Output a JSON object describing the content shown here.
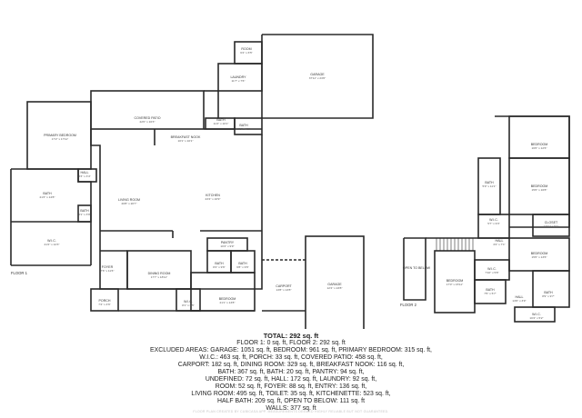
{
  "rooms": {
    "room_a": {
      "name": "ROOM",
      "dims": "6'4\" x 6'5\""
    },
    "laundry": {
      "name": "LAUNDRY",
      "dims": "11'7\" x 7'6\""
    },
    "garage1": {
      "name": "GARAGE",
      "dims": "37'11\" x 23'0\""
    },
    "covered_patio": {
      "name": "COVERED PATIO",
      "dims": "22'0\" x 16'3\""
    },
    "bath_upper": {
      "name": "BATH",
      "dims": "11'2\" x 10'1\""
    },
    "bath_upper2": {
      "name": "BATH",
      "dims": "9'8\" x 4'9\""
    },
    "breakfast_nook": {
      "name": "BREAKFAST NOOK",
      "dims": "10'1\" x 10'1\""
    },
    "primary_bedroom": {
      "name": "PRIMARY BEDROOM",
      "dims": "17'2\" x 17'11\""
    },
    "hall1": {
      "name": "HALL",
      "dims": "3'3\" x 3'4\""
    },
    "bath_primary": {
      "name": "BATH",
      "dims": "21'3\" x 14'8\""
    },
    "bath_small": {
      "name": "BATH",
      "dims": "6'1\" x 3'9\""
    },
    "wic_primary": {
      "name": "W.I.C.",
      "dims": "21'2\" x 12'3\""
    },
    "living_room": {
      "name": "LIVING ROOM",
      "dims": "20'8\" x 20'7\""
    },
    "kitchen": {
      "name": "KITCHEN",
      "dims": "23'4\" x 16'9\""
    },
    "pantry": {
      "name": "PANTRY",
      "dims": "10'4\" x 9'9\""
    },
    "foyer": {
      "name": "FOYER",
      "dims": "7'6\" x 11'6\""
    },
    "dining_room": {
      "name": "DINING ROOM",
      "dims": "17'7\" x 18'11\""
    },
    "bath_lower": {
      "name": "BATH",
      "dims": "8'4\" x 9'6\""
    },
    "bath_lower2": {
      "name": "BATH",
      "dims": "6'8\" x 9'6\""
    },
    "porch": {
      "name": "PORCH",
      "dims": "7'4\" x 4'6\""
    },
    "wic_lower": {
      "name": "W.I.C.",
      "dims": "8'1\" x 6'5\""
    },
    "bedroom_lower": {
      "name": "BEDROOM",
      "dims": "21'1\" x 13'8\""
    },
    "carport": {
      "name": "CARPORT",
      "dims": "13'8\" x 13'8\""
    },
    "garage2": {
      "name": "GARAGE",
      "dims": "12'4\" x 23'8\""
    },
    "bedroom_u1": {
      "name": "BEDROOM",
      "dims": "16'6\" x 12'6\""
    },
    "bath_u1": {
      "name": "BATH",
      "dims": "5'9\" x 11'1\""
    },
    "bedroom_u2": {
      "name": "BEDROOM",
      "dims": "15'6\" x 16'8\""
    },
    "wic_u1": {
      "name": "W.I.C.",
      "dims": "5'7\" x 9'3\""
    },
    "closet_u": {
      "name": "CLOSET",
      "dims": "13'11\" x 5'1\""
    },
    "hall_u": {
      "name": "HALL",
      "dims": "3'4\" x 7'1\""
    },
    "bedroom_u3": {
      "name": "BEDROOM",
      "dims": "15'6\" x 13'6\""
    },
    "open_to_below": {
      "name": "OPEN TO BELOW",
      "dims": ""
    },
    "bedroom_u4": {
      "name": "BEDROOM",
      "dims": "17'0\" x 15'11\""
    },
    "wic_u2": {
      "name": "W.I.C.",
      "dims": "7'10\" x 5'8\""
    },
    "bath_u2": {
      "name": "BATH",
      "dims": "7'5\" x 5'7\""
    },
    "hall_u2": {
      "name": "HALL",
      "dims": "13'0\" x 3'9\""
    },
    "bath_u3": {
      "name": "BATH",
      "dims": "8'9\" x 9'7\""
    },
    "wic_u3": {
      "name": "W.I.C.",
      "dims": "10'4\" x 5'2\""
    }
  },
  "floor_labels": {
    "floor1": "FLOOR 1",
    "floor2": "FLOOR 2"
  },
  "summary": {
    "total": "TOTAL: 292 sq. ft",
    "lines": [
      "FLOOR 1: 0 sq. ft, FLOOR 2: 292 sq. ft",
      "EXCLUDED AREAS: GARAGE: 1051 sq. ft, BEDROOM: 961 sq. ft, PRIMARY BEDROOM: 315 sq. ft,",
      "W.I.C.: 463 sq. ft, PORCH: 33 sq. ft, COVERED PATIO: 458 sq. ft,",
      "CARPORT: 182 sq. ft, DINING ROOM: 329 sq. ft, BREAKFAST NOOK: 116 sq. ft,",
      "BATH: 367 sq. ft, BATH: 20 sq. ft, PANTRY: 94 sq. ft,",
      "UNDEFINED: 72 sq. ft, HALL: 172 sq. ft, LAUNDRY: 92 sq. ft,",
      "ROOM: 52 sq. ft, FOYER: 88 sq. ft, ENTRY: 136 sq. ft,",
      "LIVING ROOM: 495 sq. ft, TOILET: 35 sq. ft, KITCHENETTE: 523 sq. ft,",
      "HALF BATH: 209 sq. ft, OPEN TO BELOW: 111 sq. ft",
      "WALLS: 377 sq. ft"
    ]
  },
  "footer": "FLOOR PLAN CREATED BY CUBICASA APP. MEASUREMENTS DEEMED HIGHLY RELIABLE BUT NOT GUARANTEED."
}
